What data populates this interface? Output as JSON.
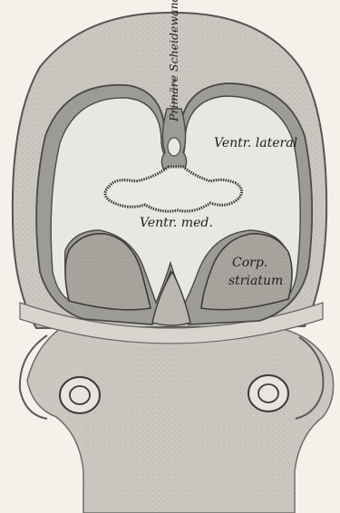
{
  "figure": {
    "labels": {
      "primary_septum": "Primäre Scheidewand",
      "lateral_ventricle": "Ventr. lateral",
      "median_ventricle": "Ventr. med.",
      "corpus_striatum_line1": "Corp.",
      "corpus_striatum_line2": "striatum"
    },
    "colors": {
      "paper": "#f3f1ea",
      "tissue": "#c9c7c0",
      "tissue_dark": "#a9a7a0",
      "wall": "#9d9b95",
      "cavity": "#e9e7e1",
      "ink": "#2a2a2a"
    }
  }
}
